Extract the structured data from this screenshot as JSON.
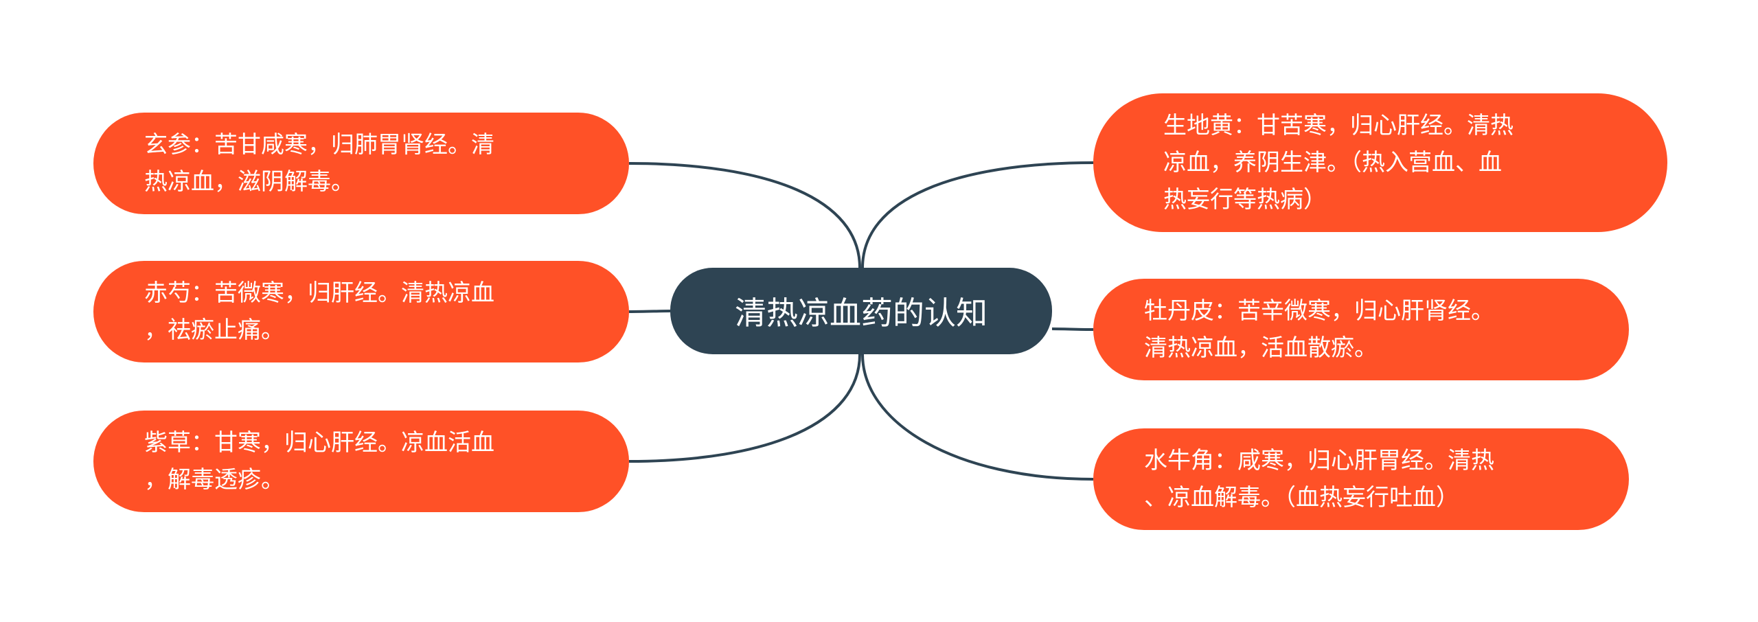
{
  "colors": {
    "root_background": "#2E4453",
    "node_background": "#FF5127",
    "connector": "#2E4453",
    "text": "#FFFFFF"
  },
  "root": {
    "label": "清热凉血药的认知"
  },
  "left_nodes": [
    {
      "text": "玄参：苦甘咸寒，归肺胃肾经。清\n热凉血，滋阴解毒。"
    },
    {
      "text": "赤芍：苦微寒，归肝经。清热凉血\n，祛瘀止痛。"
    },
    {
      "text": "紫草：甘寒，归心肝经。凉血活血\n，解毒透疹。"
    }
  ],
  "right_nodes": [
    {
      "text": "生地黄：甘苦寒，归心肝经。清热\n凉血，养阴生津。（热入营血、血\n热妄行等热病）"
    },
    {
      "text": "牡丹皮：苦辛微寒，归心肝肾经。\n清热凉血，活血散瘀。"
    },
    {
      "text": "水牛角：咸寒，归心肝胃经。清热\n、凉血解毒。（血热妄行吐血）"
    }
  ]
}
